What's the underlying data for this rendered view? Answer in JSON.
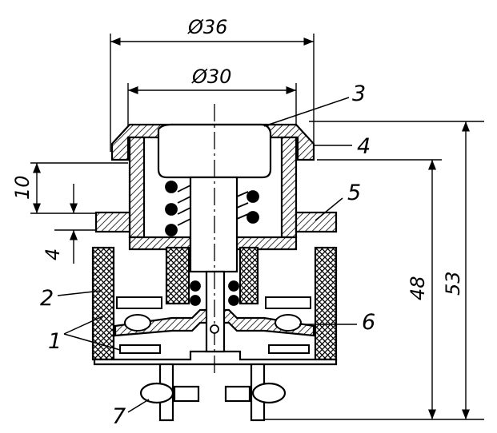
{
  "dimensions": {
    "outer_diameter": "Ø36",
    "inner_diameter": "Ø30",
    "upper_height": "10",
    "flange_thickness": "4",
    "body_height": "48",
    "total_height": "53"
  },
  "callouts": [
    "1",
    "2",
    "3",
    "4",
    "5",
    "6",
    "7"
  ],
  "colors": {
    "line": "#000000",
    "background": "#ffffff"
  }
}
